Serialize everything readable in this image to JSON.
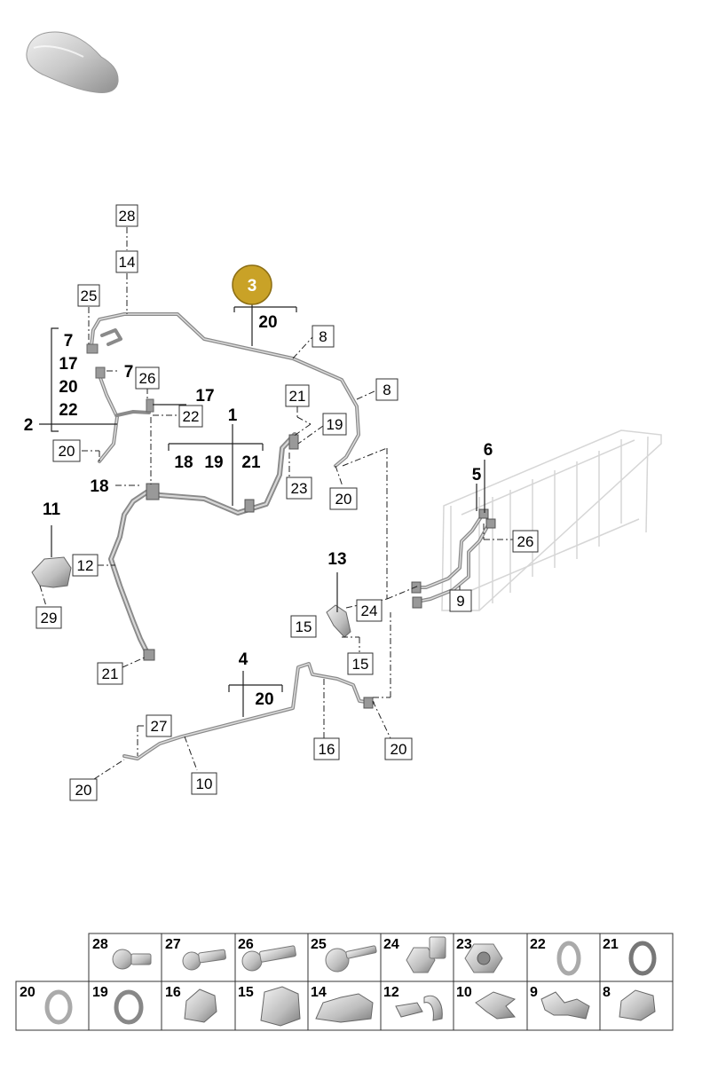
{
  "diagram": {
    "main_part_number": "3",
    "colors": {
      "main_badge_fill": "#c9a227",
      "main_badge_stroke": "#8c6e14",
      "pipe": "#8a8a8a",
      "radiator": "#d6d6d6"
    },
    "icons": [
      "car-silhouette-icon"
    ],
    "labels": {
      "part_28": "28",
      "part_14": "14",
      "part_25": "25",
      "part_8a": "8",
      "part_8b": "8",
      "group_3_sub": "20",
      "group_2_items": [
        "7",
        "17",
        "20",
        "22"
      ],
      "part_2": "2",
      "part_7": "7",
      "part_26a": "26",
      "part_17": "17",
      "part_22": "22",
      "part_21a": "21",
      "part_19": "19",
      "part_20a": "20",
      "part_1": "1",
      "group_1_items": [
        "18",
        "19",
        "21"
      ],
      "part_18": "18",
      "part_23": "23",
      "part_20b": "20",
      "part_6": "6",
      "part_5": "5",
      "part_26b": "26",
      "part_11": "11",
      "part_12": "12",
      "part_29": "29",
      "part_13": "13",
      "part_24": "24",
      "part_9": "9",
      "part_15a": "15",
      "part_15b": "15",
      "part_21b": "21",
      "part_4": "4",
      "group_4_sub": "20",
      "part_27": "27",
      "part_16": "16",
      "part_20c": "20",
      "part_10": "10",
      "part_20d": "20"
    }
  },
  "parts_table": {
    "row1": [
      "28",
      "27",
      "26",
      "25",
      "24",
      "23",
      "22",
      "21"
    ],
    "row2": [
      "20",
      "19",
      "16",
      "15",
      "14",
      "12",
      "10",
      "9",
      "8"
    ]
  }
}
